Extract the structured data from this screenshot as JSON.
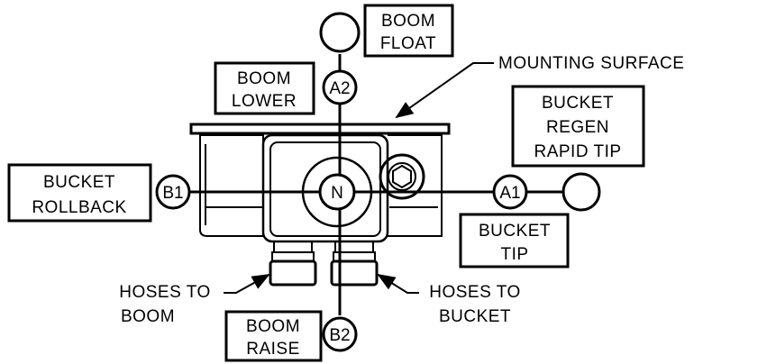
{
  "labels": {
    "boom_float": [
      "BOOM",
      "FLOAT"
    ],
    "boom_lower": [
      "BOOM",
      "LOWER"
    ],
    "mounting_surface": "MOUNTING SURFACE",
    "bucket_regen": [
      "BUCKET",
      "REGEN",
      "RAPID TIP"
    ],
    "bucket_rollback": [
      "BUCKET",
      "ROLLBACK"
    ],
    "bucket_tip": [
      "BUCKET",
      "TIP"
    ],
    "hoses_boom": [
      "HOSES TO",
      "BOOM"
    ],
    "hoses_bucket": [
      "HOSES TO",
      "BUCKET"
    ],
    "boom_raise": [
      "BOOM",
      "RAISE"
    ]
  },
  "positions": {
    "a2": "A2",
    "b1": "B1",
    "n": "N",
    "a1": "A1",
    "b2": "B2"
  }
}
